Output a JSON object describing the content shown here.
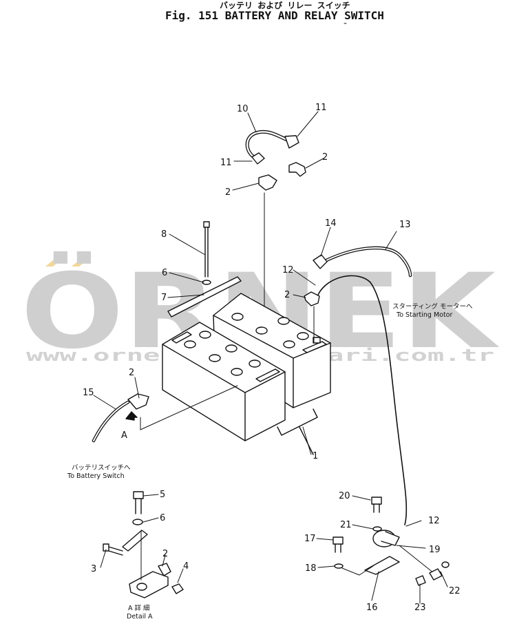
{
  "header": {
    "jp_title": "バッテリ および リレー スイッチ",
    "title": "Fig. 151 BATTERY AND RELAY SWITCH"
  },
  "watermark": {
    "brand": "ÖRNEK",
    "url": "www.ornekişmakinalari.com.tr",
    "accent_color": "#f1d79a",
    "color": "#cfcfcf"
  },
  "labels": {
    "to_battery_switch_jp": "バッテリスイッチへ",
    "to_battery_switch": "To Battery Switch",
    "to_starting_motor_jp": "スターティング モーターへ",
    "to_starting_motor": "To Starting Motor",
    "detail_a_jp": "A 詳 細",
    "detail_a": "Detail A",
    "arrow_a": "A"
  },
  "callouts": {
    "c1": "1",
    "c2a": "2",
    "c2b": "2",
    "c2c": "2",
    "c2d": "2",
    "c2e": "2",
    "c3": "3",
    "c4": "4",
    "c5": "5",
    "c6a": "6",
    "c6b": "6",
    "c7": "7",
    "c8": "8",
    "c10": "10",
    "c11a": "11",
    "c11b": "11",
    "c12a": "12",
    "c12b": "12",
    "c13": "13",
    "c14": "14",
    "c15": "15",
    "c16": "16",
    "c17": "17",
    "c18": "18",
    "c19": "19",
    "c20": "20",
    "c21": "21",
    "c22": "22",
    "c23": "23"
  }
}
